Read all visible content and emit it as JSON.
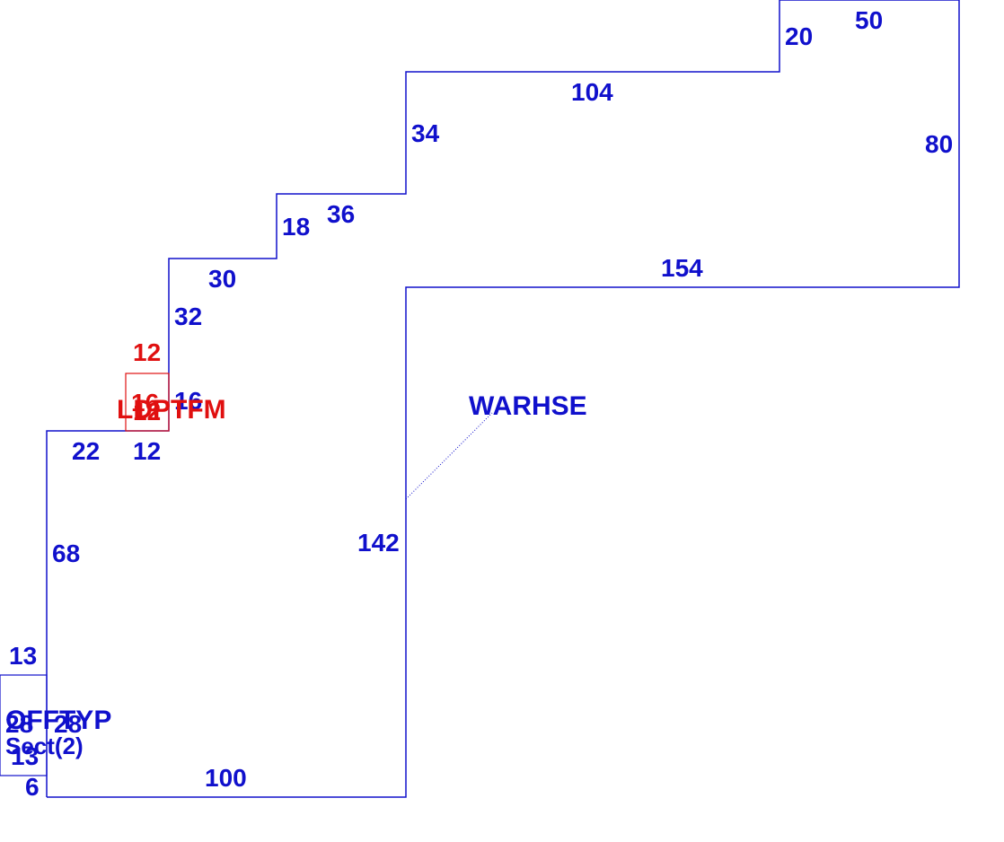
{
  "colors": {
    "primary": "#1010cc",
    "secondary": "#e01010",
    "background": "#ffffff"
  },
  "main_structure": {
    "label": "WARHSE",
    "dimensions": {
      "top_right_notch": "20",
      "top_right": "50",
      "top_middle": "104",
      "right_side": "80",
      "step_riser_upper": "34",
      "step_run_upper": "36",
      "step_riser_middle": "18",
      "step_run_middle": "30",
      "step_riser_lower": "32",
      "inner_top": "154",
      "inner_left": "142",
      "left_ledge": "22",
      "left_ledge_inner": "12",
      "left_side": "68",
      "bottom": "100",
      "bottom_left_tick": "6"
    }
  },
  "red_sub_area": {
    "label": "LDPTFM",
    "dimensions": {
      "top": "12",
      "right": "16",
      "overlap_a": "16",
      "overlap_b": "12"
    }
  },
  "left_sub_area": {
    "label": "OFFTYP",
    "sublabel": "Sect(2)",
    "dimensions": {
      "top": "13",
      "bottom": "13",
      "overlap_a": "28",
      "overlap_b": "28"
    }
  }
}
